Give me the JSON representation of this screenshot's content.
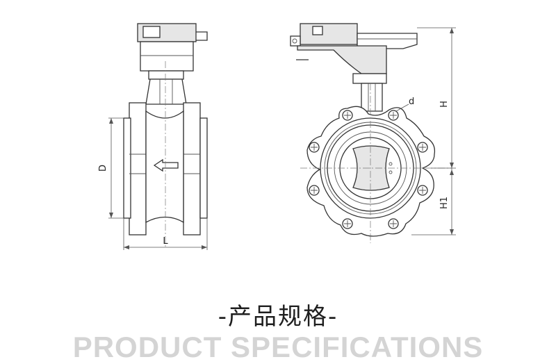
{
  "diagram": {
    "labels": {
      "diameter": "D",
      "length": "L",
      "bolt_hole": "d",
      "height_upper": "H",
      "height_lower": "H1"
    }
  },
  "heading": {
    "cn": "-产品规格-",
    "en": "PRODUCT SPECIFICATIONS"
  },
  "icons": [
    "flow-arrow-icon"
  ]
}
